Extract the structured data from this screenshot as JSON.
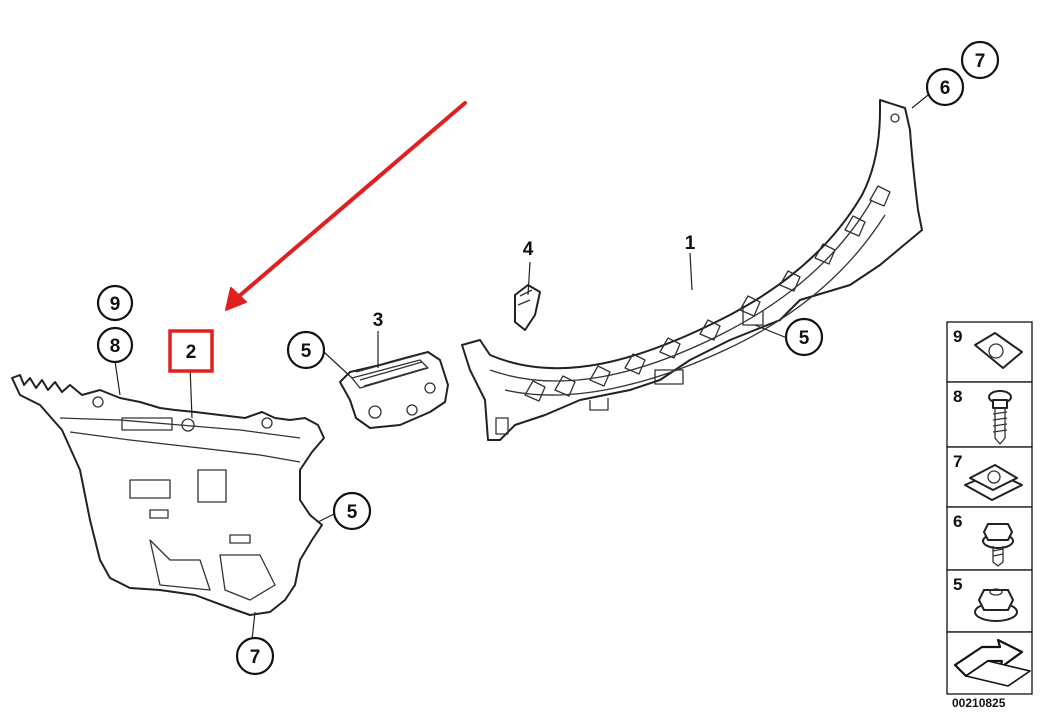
{
  "callouts": {
    "c1": "1",
    "c2": "2",
    "c3": "3",
    "c4": "4",
    "c5a": "5",
    "c5b": "5",
    "c5c": "5",
    "c6": "6",
    "c7a": "7",
    "c7b": "7",
    "c8": "8",
    "c9": "9"
  },
  "legend": {
    "items": [
      {
        "label": "9",
        "icon": "clip-nut-icon"
      },
      {
        "label": "8",
        "icon": "screw-icon"
      },
      {
        "label": "7",
        "icon": "spring-nut-icon"
      },
      {
        "label": "6",
        "icon": "hex-bolt-icon"
      },
      {
        "label": "5",
        "icon": "hex-nut-icon"
      }
    ],
    "direction_icon": "direction-arrow-icon"
  },
  "highlight": {
    "label_box_color": "#e02020",
    "arrow_color": "#e02020"
  },
  "figure_id": "00210825"
}
